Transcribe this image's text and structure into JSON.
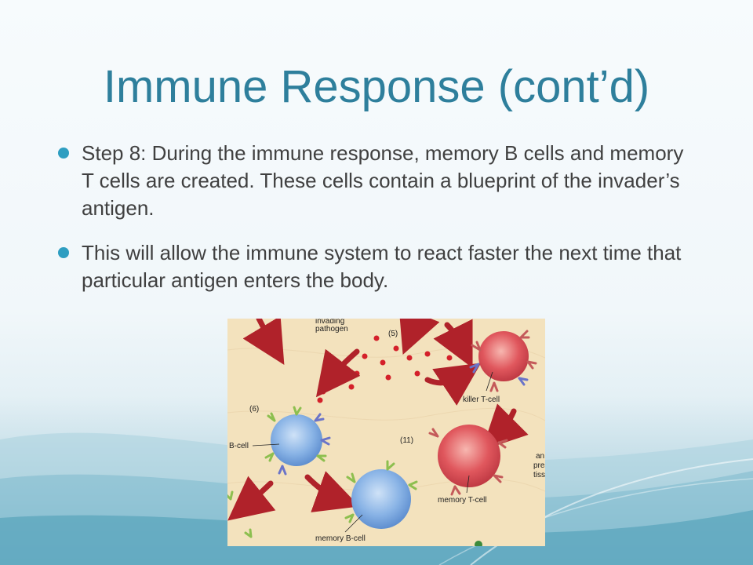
{
  "slide": {
    "title": "Immune Response (cont’d)",
    "bullets": [
      "Step 8: During the immune response, memory B cells and memory T cells are created.  These cells contain a blueprint of the invader’s antigen.",
      "This will allow the immune system to react faster the next time that particular antigen enters the body."
    ]
  },
  "diagram": {
    "labels": {
      "invading": "invading",
      "pathogen": "pathogen",
      "step5": "(5)",
      "step6": "(6)",
      "step11": "(11)",
      "b_cell": "B-cell",
      "killer_t_cell": "killer T-cell",
      "memory_t_cell": "memory T-cell",
      "memory_b_cell": "memory B-cell",
      "cut_a": "an",
      "cut_b": "pres",
      "cut_c": "tiss"
    },
    "colors": {
      "background": "#f3e2bd",
      "b_cell": "#8ab4e6",
      "t_cell": "#e0575d",
      "arrow": "#b0222a",
      "receptor_green": "#8dbf4f",
      "receptor_blue": "#6a74c8",
      "antigen": "#d4202a",
      "title": "#2e7f9c",
      "bullet": "#2e9ec1"
    }
  }
}
